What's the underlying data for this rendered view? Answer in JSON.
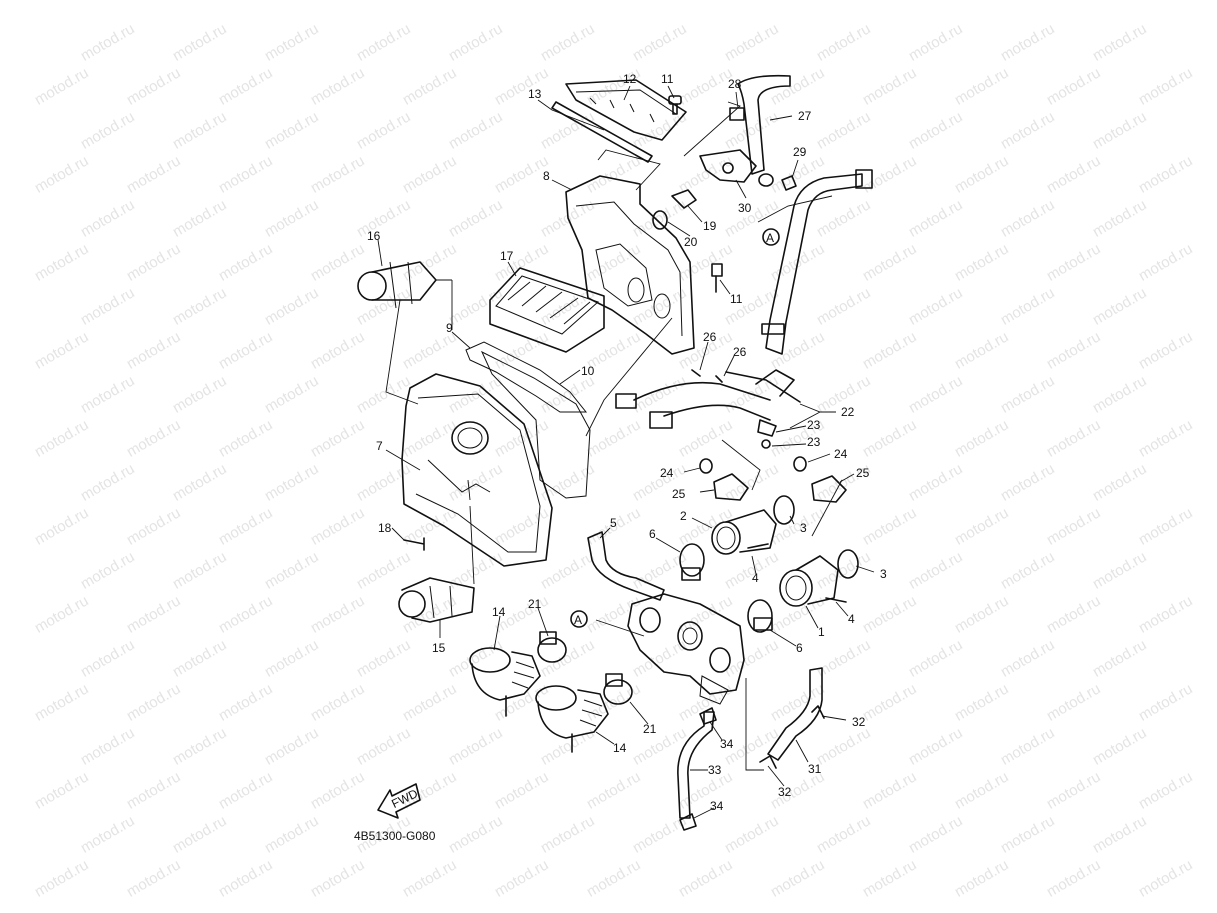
{
  "watermark": "motod.ru",
  "diagram_code": "4B51300-G080",
  "fwd_label": "FWD",
  "ref_marks": [
    "A",
    "A"
  ],
  "callouts": [
    {
      "id": "c13",
      "text": "13"
    },
    {
      "id": "c12",
      "text": "12"
    },
    {
      "id": "c11a",
      "text": "11"
    },
    {
      "id": "c28",
      "text": "28"
    },
    {
      "id": "c27",
      "text": "27"
    },
    {
      "id": "c29",
      "text": "29"
    },
    {
      "id": "c30",
      "text": "30"
    },
    {
      "id": "c8",
      "text": "8"
    },
    {
      "id": "c19",
      "text": "19"
    },
    {
      "id": "c20",
      "text": "20"
    },
    {
      "id": "c16",
      "text": "16"
    },
    {
      "id": "c17",
      "text": "17"
    },
    {
      "id": "c11b",
      "text": "11"
    },
    {
      "id": "c9",
      "text": "9"
    },
    {
      "id": "c10",
      "text": "10"
    },
    {
      "id": "c26a",
      "text": "26"
    },
    {
      "id": "c26b",
      "text": "26"
    },
    {
      "id": "c22",
      "text": "22"
    },
    {
      "id": "c23a",
      "text": "23"
    },
    {
      "id": "c23b",
      "text": "23"
    },
    {
      "id": "c7",
      "text": "7"
    },
    {
      "id": "c24a",
      "text": "24"
    },
    {
      "id": "c24b",
      "text": "24"
    },
    {
      "id": "c25a",
      "text": "25"
    },
    {
      "id": "c25b",
      "text": "25"
    },
    {
      "id": "c2",
      "text": "2"
    },
    {
      "id": "c3a",
      "text": "3"
    },
    {
      "id": "c3b",
      "text": "3"
    },
    {
      "id": "c18",
      "text": "18"
    },
    {
      "id": "c5",
      "text": "5"
    },
    {
      "id": "c6a",
      "text": "6"
    },
    {
      "id": "c4a",
      "text": "4"
    },
    {
      "id": "c4b",
      "text": "4"
    },
    {
      "id": "c1",
      "text": "1"
    },
    {
      "id": "c6b",
      "text": "6"
    },
    {
      "id": "c14a",
      "text": "14"
    },
    {
      "id": "c21a",
      "text": "21"
    },
    {
      "id": "c15",
      "text": "15"
    },
    {
      "id": "c21b",
      "text": "21"
    },
    {
      "id": "c14b",
      "text": "14"
    },
    {
      "id": "c32a",
      "text": "32"
    },
    {
      "id": "c34a",
      "text": "34"
    },
    {
      "id": "c31",
      "text": "31"
    },
    {
      "id": "c33",
      "text": "33"
    },
    {
      "id": "c32b",
      "text": "32"
    },
    {
      "id": "c34b",
      "text": "34"
    }
  ]
}
